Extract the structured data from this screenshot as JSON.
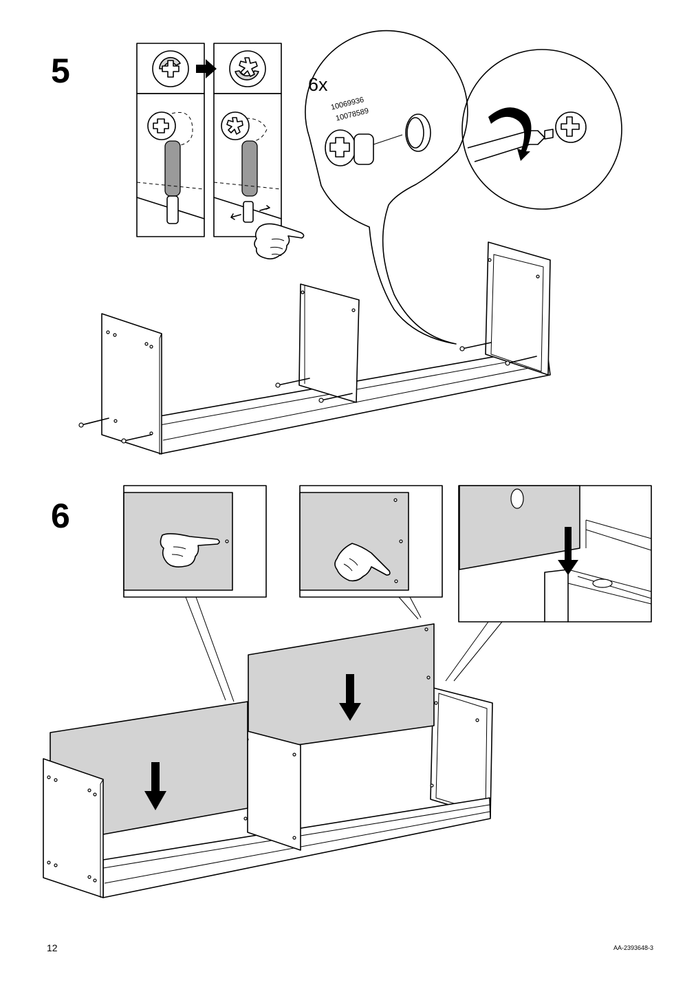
{
  "steps": [
    {
      "number": "5",
      "quantity": "6x",
      "part_numbers": [
        "10069936",
        "10078589"
      ]
    },
    {
      "number": "6"
    }
  ],
  "footer": {
    "page_number": "12",
    "document_code": "AA-2393648-3"
  }
}
